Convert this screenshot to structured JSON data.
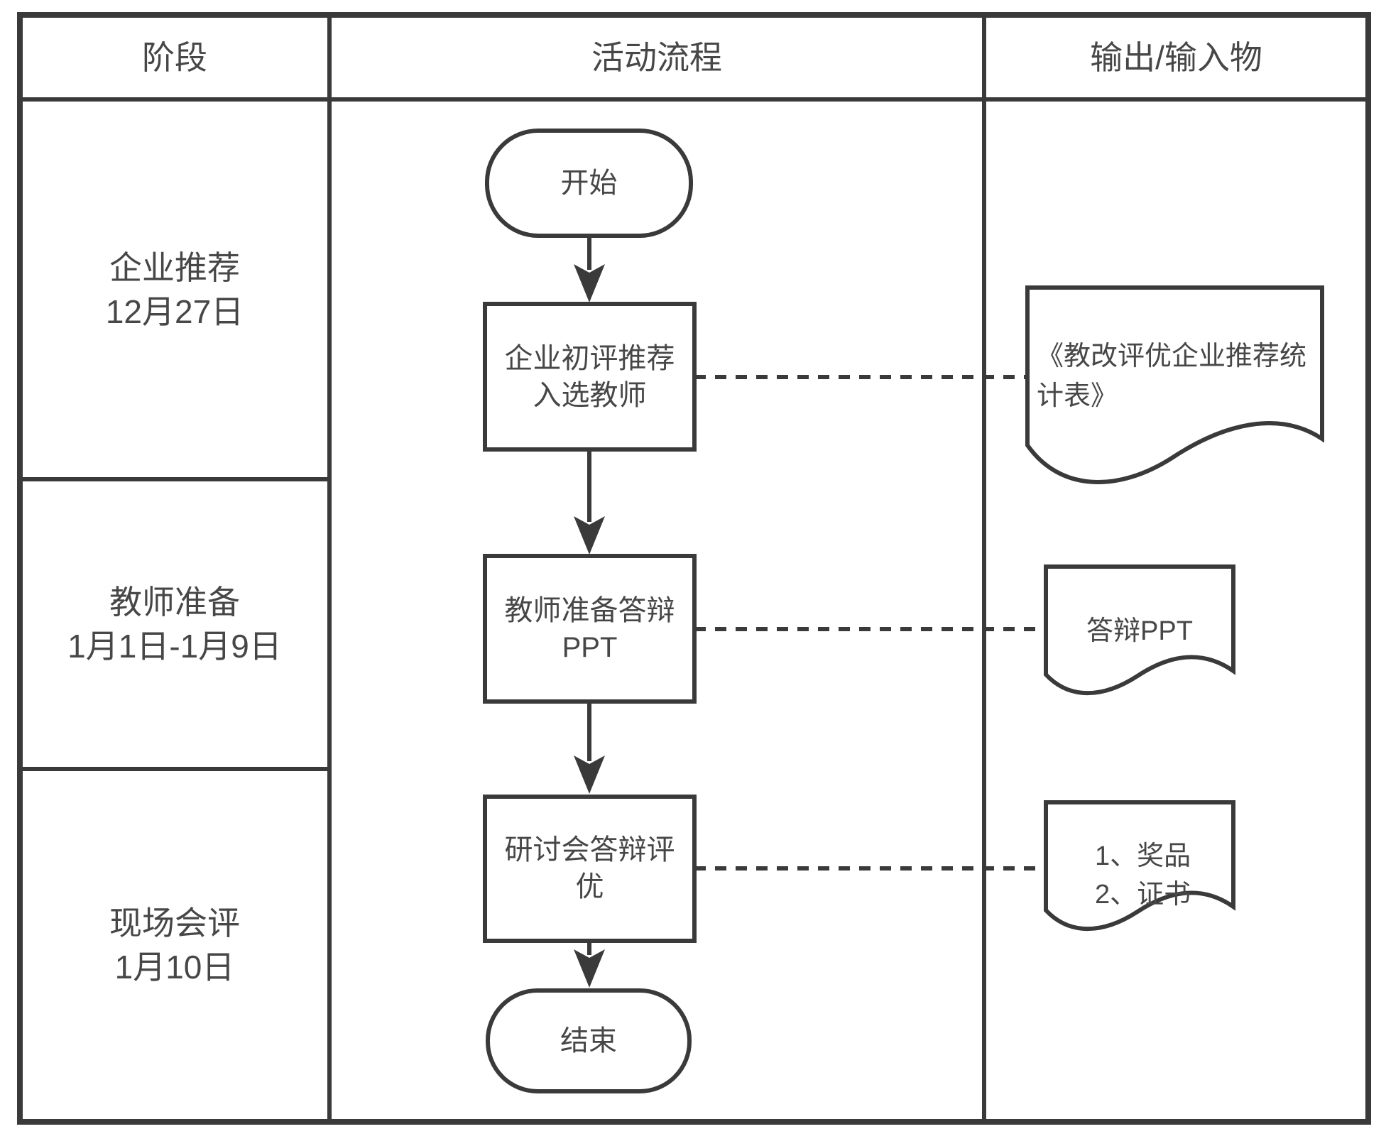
{
  "table": {
    "headers": {
      "phase": "阶段",
      "flow": "活动流程",
      "output": "输出/输入物"
    },
    "lanes": [
      {
        "label": "企业推荐\n12月27日"
      },
      {
        "label": "教师准备\n1月1日-1月9日"
      },
      {
        "label": "现场会评\n1月10日"
      }
    ]
  },
  "flowchart": {
    "start_label": "开始",
    "steps": [
      {
        "label": "企业初评推荐\n入选教师"
      },
      {
        "label": "教师准备答辩\nPPT"
      },
      {
        "label": "研讨会答辩评\n优"
      }
    ],
    "end_label": "结束"
  },
  "documents": [
    {
      "label": "《教改评优企业推荐统\n计表》"
    },
    {
      "label": "答辩PPT"
    },
    {
      "label": "1、奖品\n2、证书"
    }
  ],
  "colors": {
    "line": "#3a3a3a",
    "text": "#474747",
    "background": "#ffffff"
  }
}
